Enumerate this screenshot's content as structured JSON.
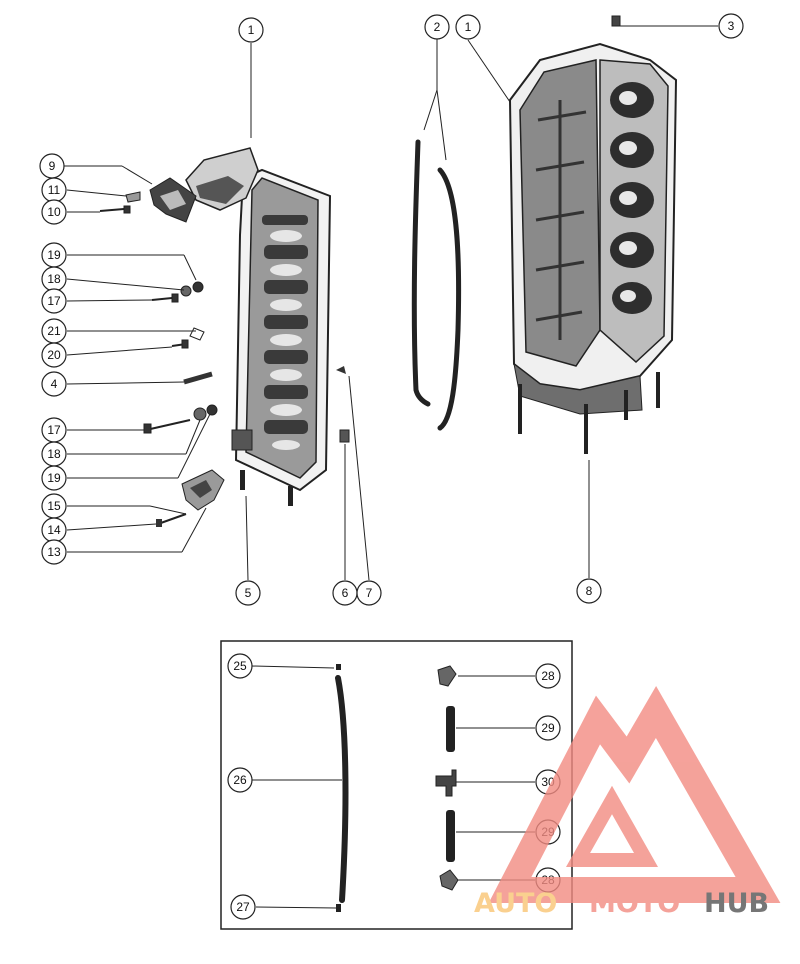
{
  "callouts": {
    "c1a": "1",
    "c1b": "1",
    "c2": "2",
    "c3": "3",
    "c9": "9",
    "c11": "11",
    "c10": "10",
    "c19a": "19",
    "c18a": "18",
    "c17a": "17",
    "c21": "21",
    "c20": "20",
    "c4": "4",
    "c17b": "17",
    "c18b": "18",
    "c19b": "19",
    "c15": "15",
    "c14": "14",
    "c13": "13",
    "c5": "5",
    "c6": "6",
    "c7": "7",
    "c8": "8",
    "c25": "25",
    "c26": "26",
    "c27": "27",
    "c28a": "28",
    "c29a": "29",
    "c30": "30",
    "c29b": "29",
    "c28b": "28"
  },
  "watermark": {
    "part1": "AUTO",
    "part2": "MOTO",
    "part3": "HUB",
    "color_primary": "#f28b82",
    "color_secondary": "#f9c574",
    "color_dark": "#555555"
  },
  "colors": {
    "line": "#222222",
    "part_dark": "#3a3a3a",
    "part_mid": "#7a7a7a",
    "part_light": "#d8d8d8"
  }
}
